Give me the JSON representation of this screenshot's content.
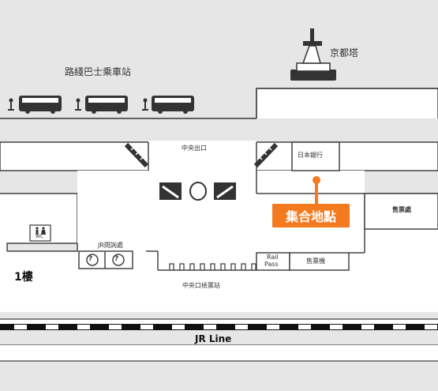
{
  "map": {
    "floor_label": "1樓",
    "kyoto_tower_label": "京都塔",
    "bus_station_label": "路綫巴士乘車站",
    "central_exit_label": "中央出口",
    "bank_label": "日本銀行",
    "meeting_point_label": "集合地點",
    "ticket_office_label": "售票處",
    "jr_info_label": "JR問詢處",
    "central_gate_label": "中央口檢票站",
    "rail_pass_label_1": "Rail",
    "rail_pass_label_2": "Pass",
    "ticket_machine_label": "售票機",
    "toilet_label": "WC",
    "jr_line_label": "JR Line",
    "info_icon_glyph": "?"
  },
  "colors": {
    "background": "#e6e6e6",
    "walls": "#ffffff",
    "outline": "#444444",
    "accent": "#f47a20"
  }
}
